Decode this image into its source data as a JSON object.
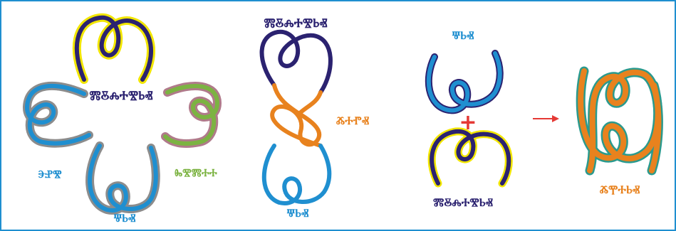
{
  "colors": {
    "border": "#1f8fd0",
    "navy": "#2b2270",
    "blue": "#1f8fd0",
    "green": "#7cb342",
    "orange": "#e8821e",
    "yellow_outline": "#f2e600",
    "gray_outline": "#8c8c8c",
    "red": "#e53935",
    "teal_outline": "#2a9a8e"
  },
  "labels": {
    "top_navy": "ⰏⰋⰎⰀⰊⰓⰟ",
    "left_blue": "ⰅⰐⰊ",
    "right_green": "ⰈⰊⰏⰀⰀ",
    "bottom_blue": "ⰛⰓⰟ",
    "middle_top": "ⰏⰋⰎⰀⰊⰓⰟ",
    "middle_right": "ⰆⰀⰒⰟ",
    "middle_bottom": "ⰛⰓⰟ",
    "eq_top": "ⰛⰓⰟ",
    "eq_plus": "+",
    "eq_bottom": "ⰏⰋⰎⰀⰊⰓⰟ",
    "result": "ⰆⰉⰀⰓⰟ"
  }
}
